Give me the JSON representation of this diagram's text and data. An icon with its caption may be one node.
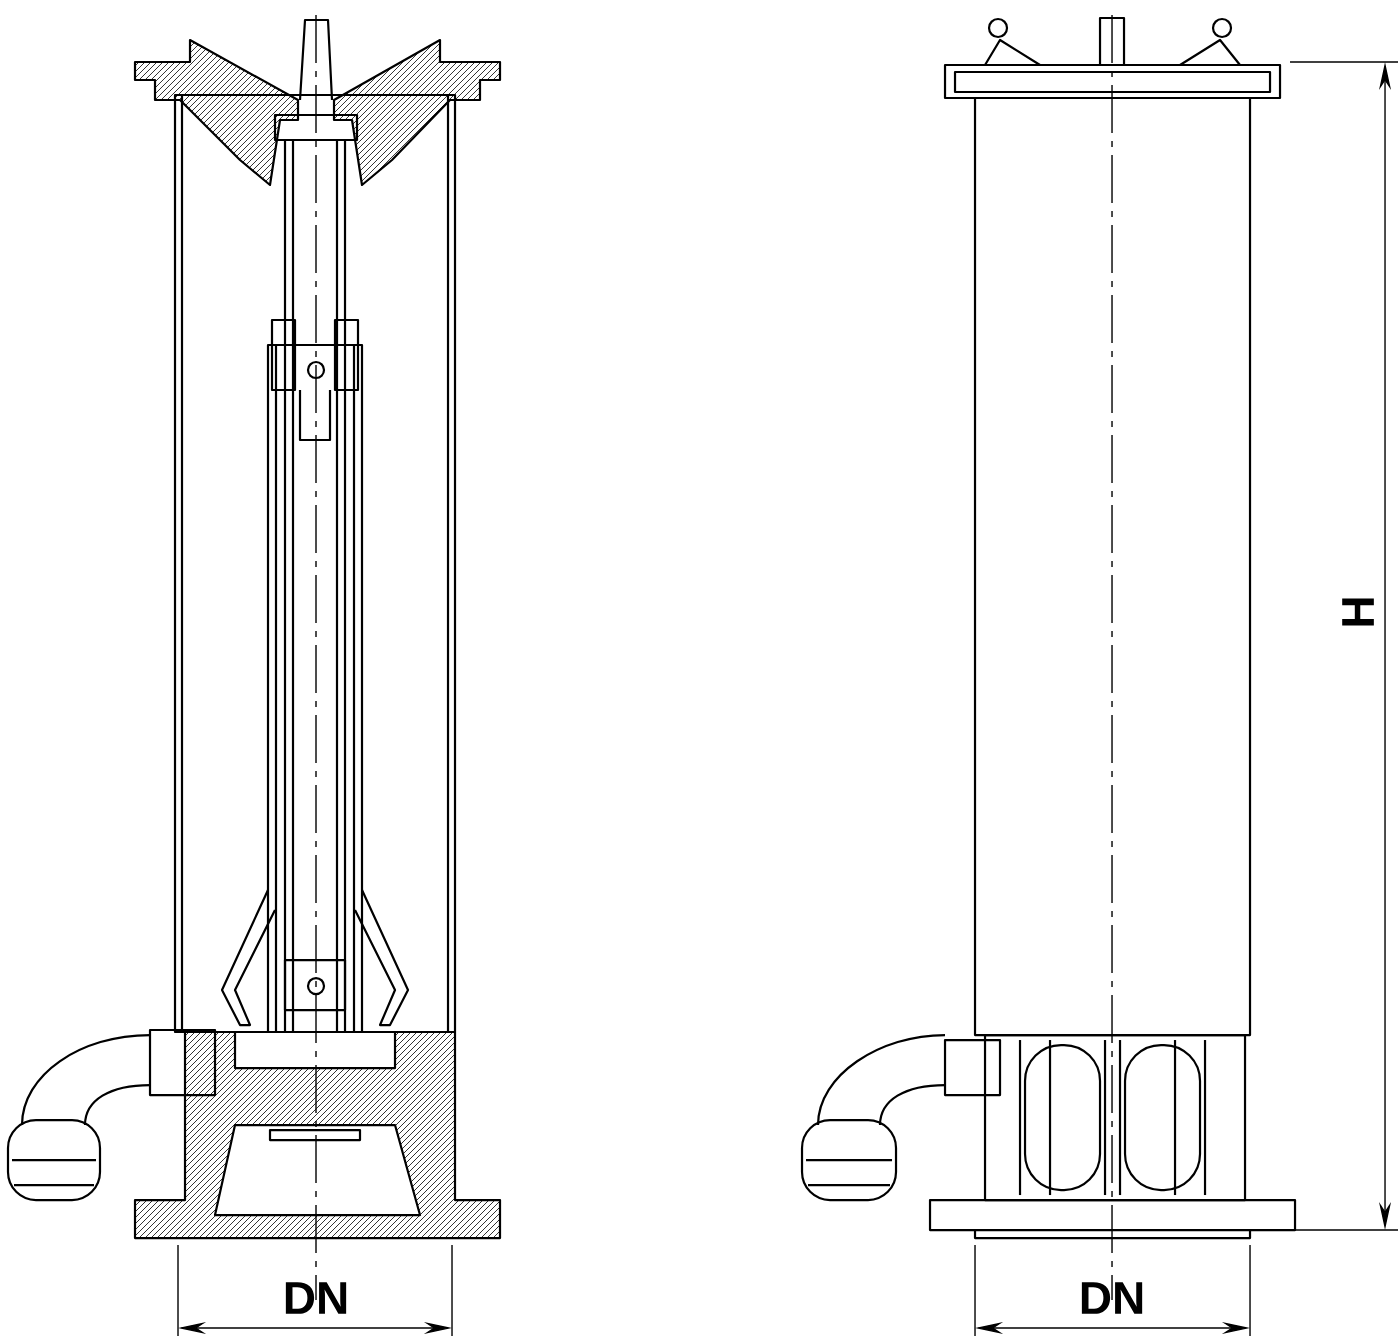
{
  "diagram": {
    "labels": [
      "DN",
      "DN",
      "H"
    ]
  }
}
